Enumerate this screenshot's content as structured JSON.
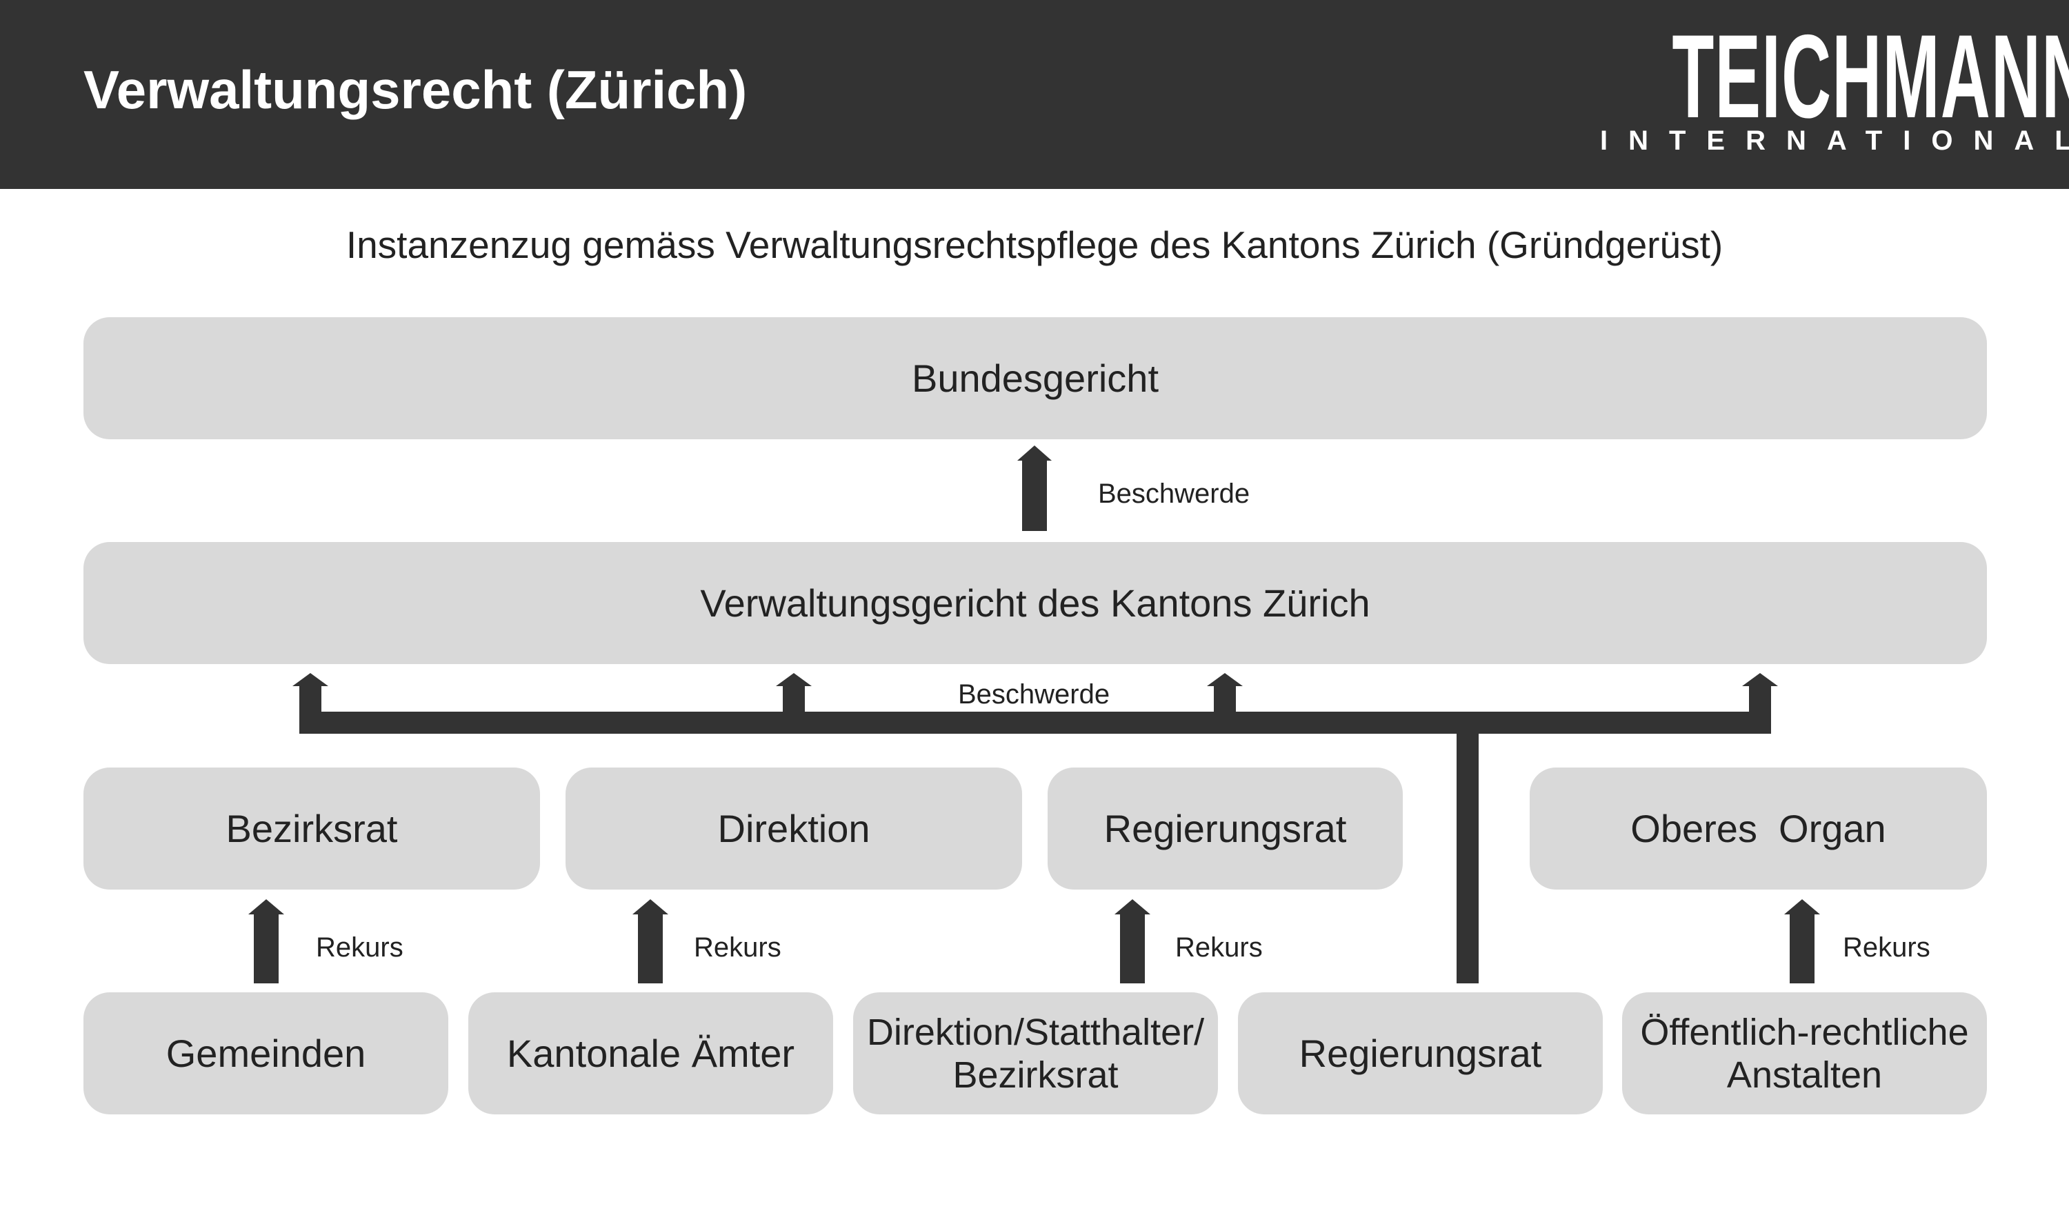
{
  "header": {
    "title": "Verwaltungsrecht (Zürich)",
    "logo": {
      "main": "TEICHMANN",
      "sub": "INTERNATIONAL"
    },
    "background": "#333333"
  },
  "subtitle": "Instanzenzug gemäss Verwaltungsrechtspflege des Kantons Zürich (Gründgerüst)",
  "colors": {
    "box_fill": "#d9d9d9",
    "arrow": "#333333",
    "text": "#222222"
  },
  "nodes": {
    "bundesgericht": "Bundesgericht",
    "verwaltungsgericht": "Verwaltungsgericht des Kantons Zürich",
    "bezirksrat": "Bezirksrat",
    "direktion": "Direktion",
    "regierungsrat_mid": "Regierungsrat",
    "oberes_organ": "Oberes  Organ",
    "gemeinden": "Gemeinden",
    "kantonale_aemter": "Kantonale Ämter",
    "direktion_statthalter": "Direktion/Statthalter/\nBezirksrat",
    "regierungsrat_bottom": "Regierungsrat",
    "anstalten": "Öffentlich-rechtliche\nAnstalten"
  },
  "edges": {
    "beschwerde_top": "Beschwerde",
    "beschwerde_mid": "Beschwerde",
    "rekurs_1": "Rekurs",
    "rekurs_2": "Rekurs",
    "rekurs_3": "Rekurs",
    "rekurs_4": "Rekurs"
  }
}
